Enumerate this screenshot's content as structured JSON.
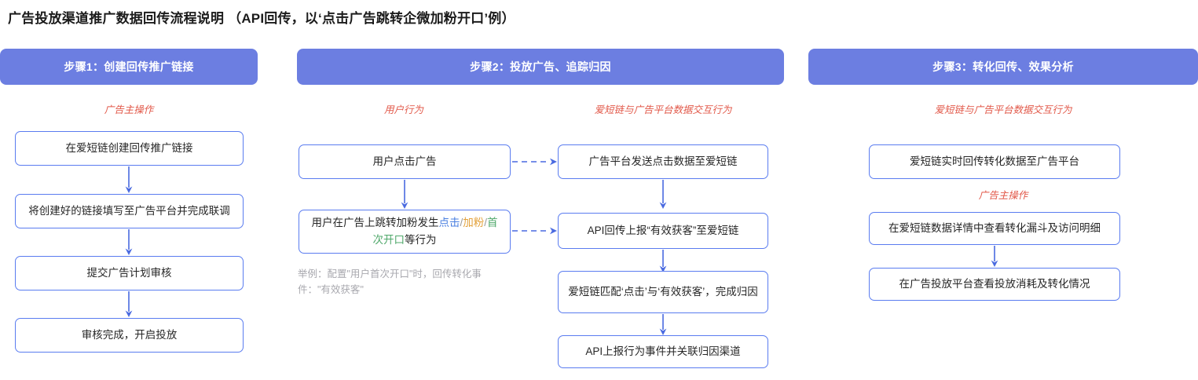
{
  "page": {
    "title": "广告投放渠道推广数据回传流程说明 （API回传，以‘点击广告跳转企微加粉开口’例）"
  },
  "colors": {
    "header_bar": "#6c7ee1",
    "box_border": "#5a7cf0",
    "lane_label": "#e2594a",
    "arrow": "#4a6ae0",
    "note_text": "#a8a8ae",
    "accent_click": "#4a7fe0",
    "accent_fans": "#e3a23c",
    "accent_firstopen": "#4fa86a"
  },
  "steps": [
    {
      "id": "step1",
      "header": "步骤1：创建回传推广链接",
      "lanes": [
        {
          "id": "lane-advertiser-1",
          "label": "广告主操作",
          "boxes": [
            {
              "id": "s1b1",
              "text": "在爱短链创建回传推广链接"
            },
            {
              "id": "s1b2",
              "text": "将创建好的链接填写至广告平台并完成联调"
            },
            {
              "id": "s1b3",
              "text": "提交广告计划审核"
            },
            {
              "id": "s1b4",
              "text": "审核完成，开启投放"
            }
          ]
        }
      ]
    },
    {
      "id": "step2",
      "header": "步骤2：投放广告、追踪归因",
      "lanes": [
        {
          "id": "lane-user-behavior",
          "label": "用户行为",
          "boxes": [
            {
              "id": "s2a1",
              "text": "用户点击广告"
            },
            {
              "id": "s2a2",
              "rich": true,
              "parts": [
                {
                  "t": "用户在广告上跳转加粉发生",
                  "c": "plain"
                },
                {
                  "t": "点击",
                  "c": "blue"
                },
                {
                  "t": "/",
                  "c": "sep"
                },
                {
                  "t": "加粉",
                  "c": "gold"
                },
                {
                  "t": "/",
                  "c": "sep"
                },
                {
                  "t": "首次开口",
                  "c": "green"
                },
                {
                  "t": "等行为",
                  "c": "plain"
                }
              ],
              "plain_text": "用户在广告上跳转加粉发生点击/加粉/首次开口等行为"
            }
          ],
          "note": "举例：配置\"用户首次开口\"时，回传转化事件：\"有效获客\""
        },
        {
          "id": "lane-platform-exchange-1",
          "label": "爱短链与广告平台数据交互行为",
          "boxes": [
            {
              "id": "s2b1",
              "text": "广告平台发送点击数据至爱短链"
            },
            {
              "id": "s2b2",
              "text": "API回传上报“有效获客”至爱短链"
            },
            {
              "id": "s2b3",
              "text": "爱短链匹配‘点击’与‘有效获客’，完成归因"
            },
            {
              "id": "s2b4",
              "text": "API上报行为事件并关联归因渠道"
            }
          ]
        }
      ]
    },
    {
      "id": "step3",
      "header": "步骤3：转化回传、效果分析",
      "lanes": [
        {
          "id": "lane-platform-exchange-2",
          "label": "爱短链与广告平台数据交互行为",
          "boxes": [
            {
              "id": "s3b1",
              "text": "爱短链实时回传转化数据至广告平台"
            }
          ]
        },
        {
          "id": "lane-advertiser-2",
          "label": "广告主操作",
          "boxes": [
            {
              "id": "s3b2",
              "text": "在爱短链数据详情中查看转化漏斗及访问明细"
            },
            {
              "id": "s3b3",
              "text": "在广告投放平台查看投放消耗及转化情况"
            }
          ]
        }
      ]
    }
  ]
}
